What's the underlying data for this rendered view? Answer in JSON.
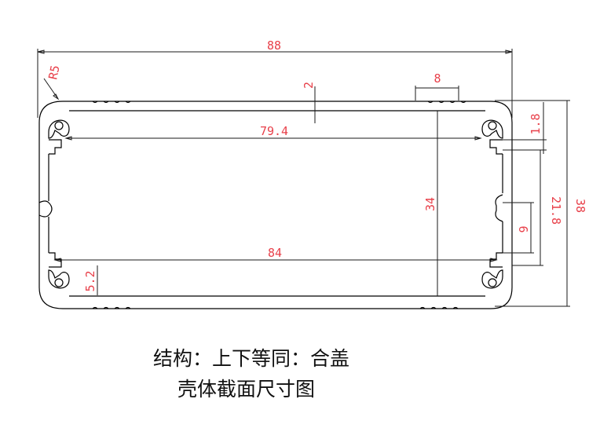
{
  "colors": {
    "dimension_text": "#e8404a",
    "outline": "#000000",
    "dimension_line": "#1a1a1a",
    "caption_text": "#111111"
  },
  "dimensions": {
    "overall_width": "88",
    "corner_radius": "R5",
    "top_gap": "2",
    "slot_width": "8",
    "wall_thickness": "1.8",
    "inner_upper_width": "79.4",
    "inner_height": "34",
    "side_slot_span": "21.8",
    "overall_height": "38",
    "side_center_span": "9",
    "inner_lower_width": "84",
    "lower_slot_height": "5.2"
  },
  "caption": {
    "line1": "结构：上下等同：合盖",
    "line2": "壳体截面尺寸图"
  }
}
